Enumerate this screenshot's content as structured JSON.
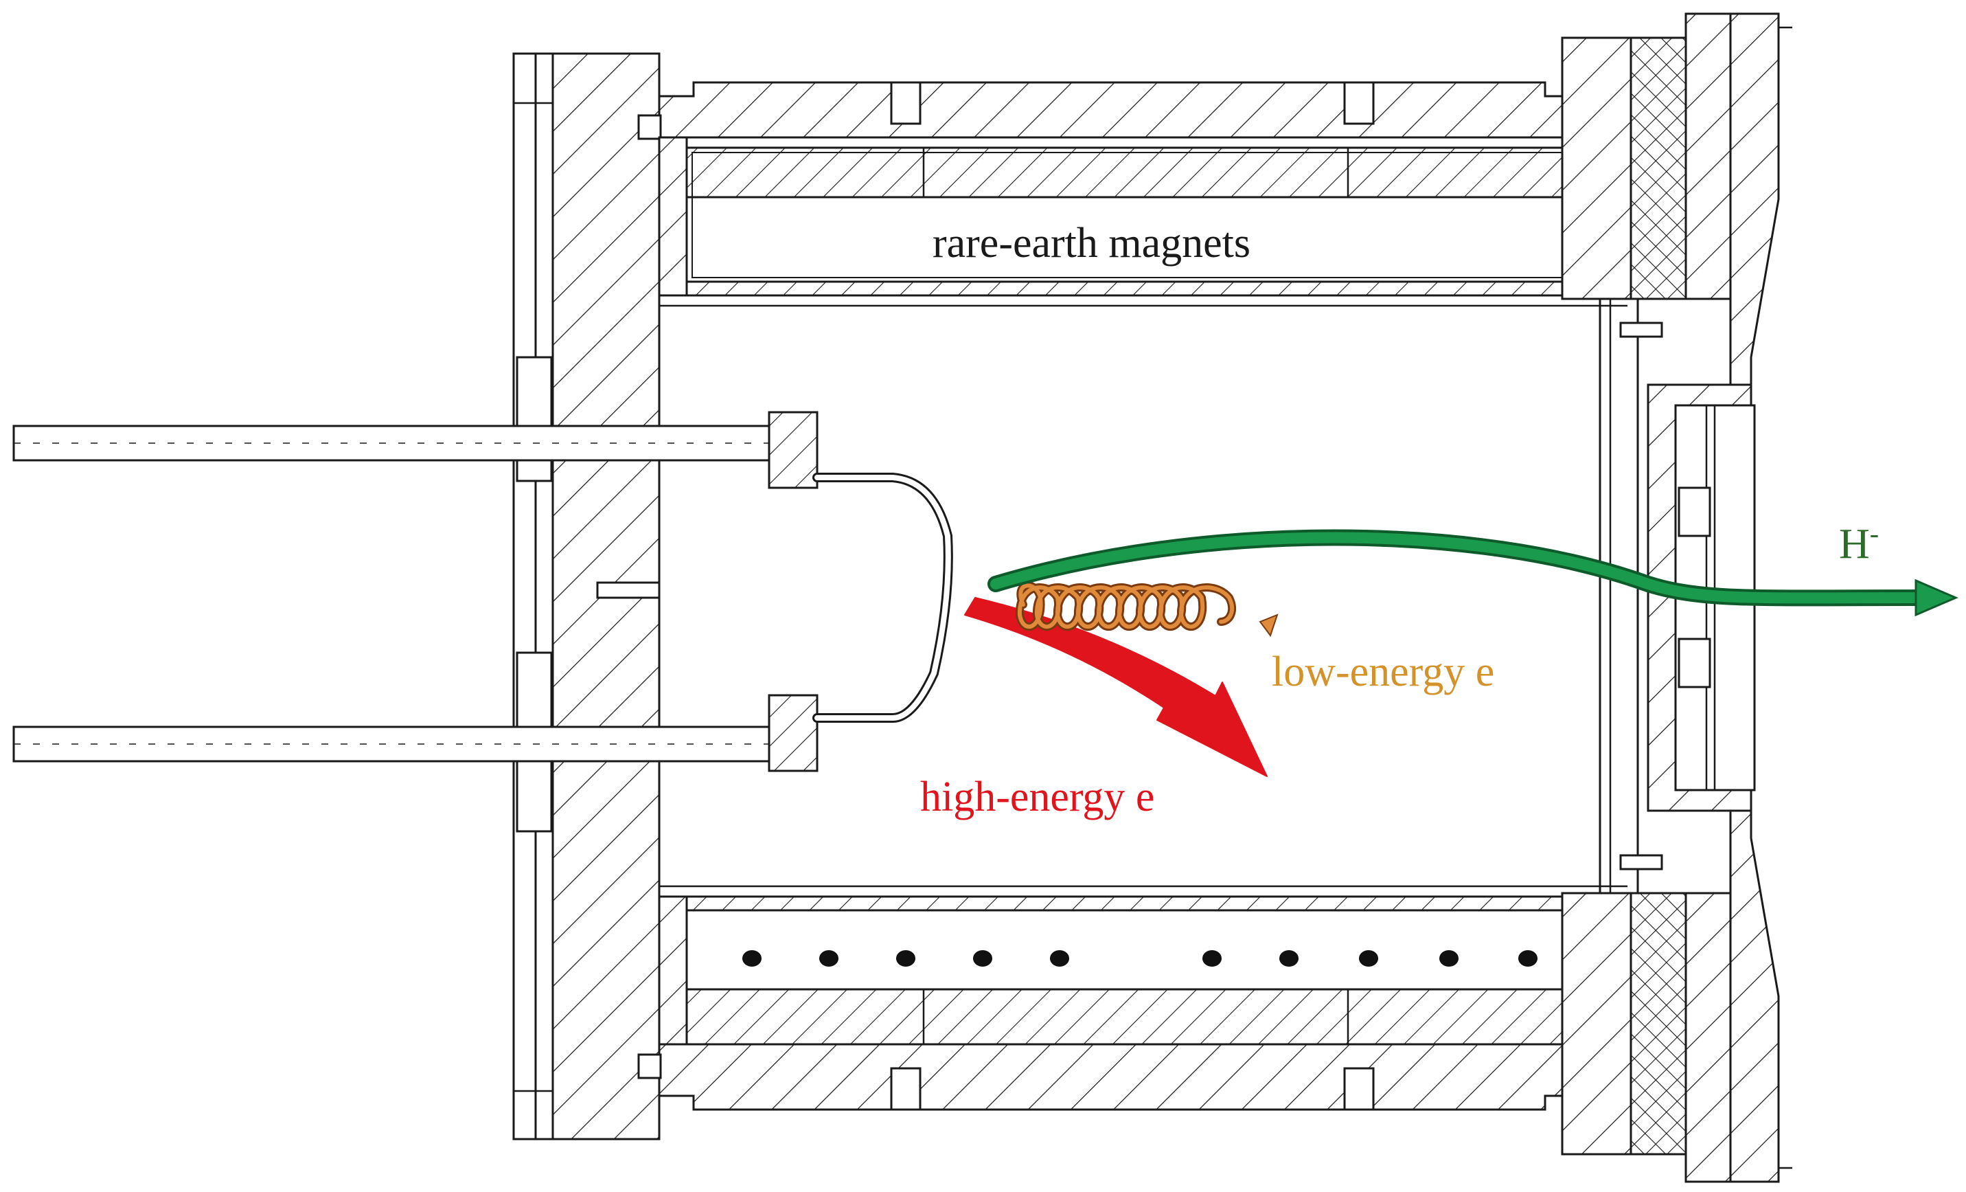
{
  "labels": {
    "magnets": "rare-earth magnets",
    "ion": "H",
    "ion_charge": "-",
    "low_energy": "low-energy e",
    "high_energy": "high-energy e"
  },
  "colors": {
    "magnets": "#1a1a1a",
    "ion": "#2e6b2a",
    "ion_beam": "#1a9a4c",
    "low_energy": "#d4922a",
    "low_energy_spiral": "#e08a3c",
    "high_energy": "#e0141c"
  }
}
